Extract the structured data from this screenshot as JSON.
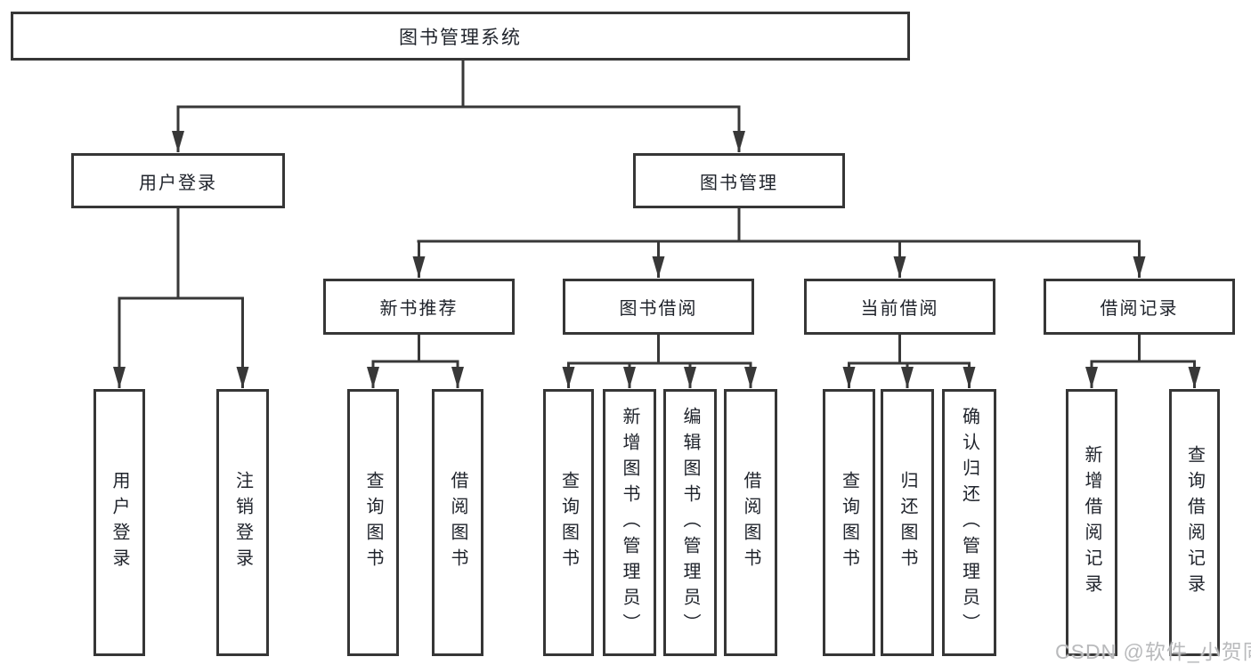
{
  "diagram": {
    "root": {
      "label": "图书管理系统"
    },
    "level2": [
      {
        "label": "用户登录"
      },
      {
        "label": "图书管理"
      }
    ],
    "level3": [
      {
        "label": "新书推荐"
      },
      {
        "label": "图书借阅"
      },
      {
        "label": "当前借阅"
      },
      {
        "label": "借阅记录"
      }
    ],
    "leaves": [
      {
        "label": "用户登录"
      },
      {
        "label": "注销登录"
      },
      {
        "label": "查询图书"
      },
      {
        "label": "借阅图书"
      },
      {
        "label": "查询图书"
      },
      {
        "label": "新增图书（管理员）"
      },
      {
        "label": "编辑图书（管理员）"
      },
      {
        "label": "借阅图书"
      },
      {
        "label": "查询图书"
      },
      {
        "label": "归还图书"
      },
      {
        "label": "确认归还（管理员）"
      },
      {
        "label": "新增借阅记录"
      },
      {
        "label": "查询借阅记录"
      }
    ]
  },
  "watermark": {
    "text": "CSDN @软件_小贺同学"
  },
  "colors": {
    "line": "#383838",
    "border": "#363636",
    "text": "#20242c",
    "watermark": "#b9babc",
    "background": "#ffffff"
  }
}
